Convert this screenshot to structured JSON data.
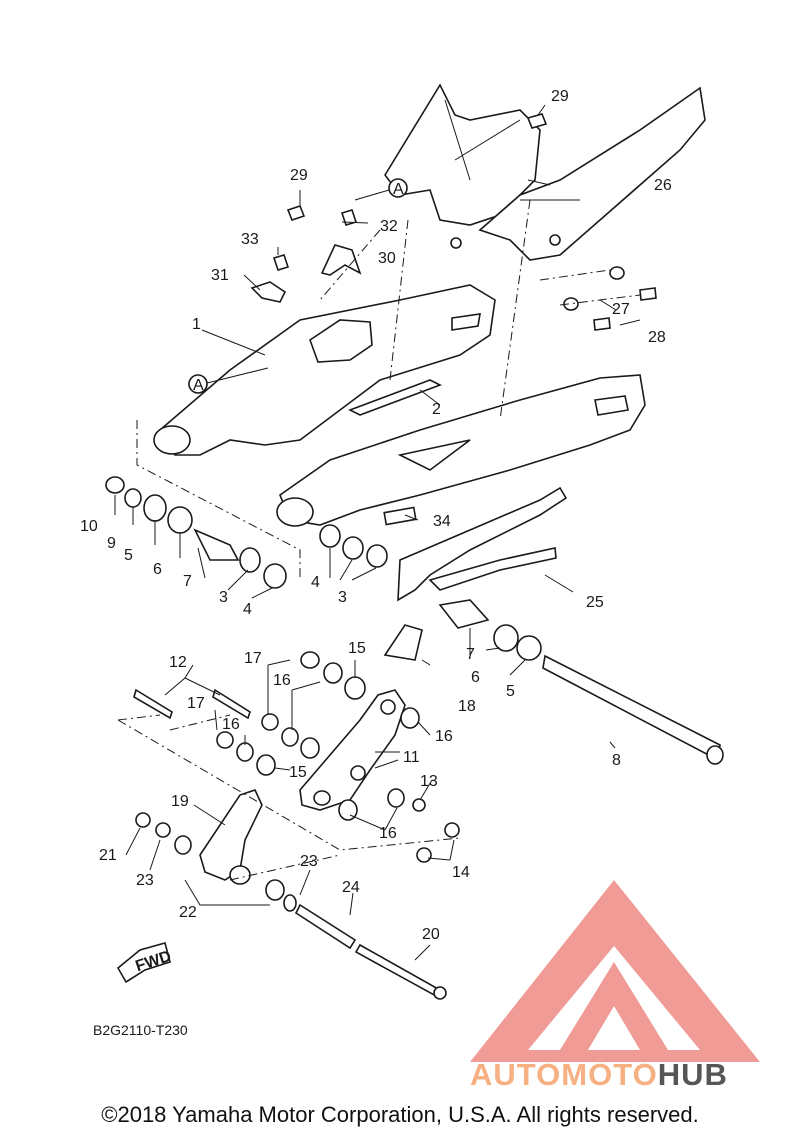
{
  "diagram": {
    "labels": [
      {
        "id": "l29a",
        "text": "29"
      },
      {
        "id": "l29b",
        "text": "29"
      },
      {
        "id": "l26",
        "text": "26"
      },
      {
        "id": "l32",
        "text": "32"
      },
      {
        "id": "l33",
        "text": "33"
      },
      {
        "id": "l30",
        "text": "30"
      },
      {
        "id": "l31",
        "text": "31"
      },
      {
        "id": "l27",
        "text": "27"
      },
      {
        "id": "l28",
        "text": "28"
      },
      {
        "id": "l1",
        "text": "1"
      },
      {
        "id": "l2",
        "text": "2"
      },
      {
        "id": "l34",
        "text": "34"
      },
      {
        "id": "l10",
        "text": "10"
      },
      {
        "id": "l9",
        "text": "9"
      },
      {
        "id": "l5a",
        "text": "5"
      },
      {
        "id": "l6a",
        "text": "6"
      },
      {
        "id": "l7a",
        "text": "7"
      },
      {
        "id": "l3a",
        "text": "3"
      },
      {
        "id": "l4a",
        "text": "4"
      },
      {
        "id": "l4b",
        "text": "4"
      },
      {
        "id": "l3b",
        "text": "3"
      },
      {
        "id": "l25",
        "text": "25"
      },
      {
        "id": "l7b",
        "text": "7"
      },
      {
        "id": "l6b",
        "text": "6"
      },
      {
        "id": "l5b",
        "text": "5"
      },
      {
        "id": "l8",
        "text": "8"
      },
      {
        "id": "l12",
        "text": "12"
      },
      {
        "id": "l17a",
        "text": "17"
      },
      {
        "id": "l15a",
        "text": "15"
      },
      {
        "id": "l16a",
        "text": "16"
      },
      {
        "id": "l18",
        "text": "18"
      },
      {
        "id": "l17b",
        "text": "17"
      },
      {
        "id": "l16b",
        "text": "16"
      },
      {
        "id": "l15b",
        "text": "15"
      },
      {
        "id": "l11",
        "text": "11"
      },
      {
        "id": "l16c",
        "text": "16"
      },
      {
        "id": "l13",
        "text": "13"
      },
      {
        "id": "l16d",
        "text": "16"
      },
      {
        "id": "l14",
        "text": "14"
      },
      {
        "id": "l19",
        "text": "19"
      },
      {
        "id": "l21",
        "text": "21"
      },
      {
        "id": "l23a",
        "text": "23"
      },
      {
        "id": "l22",
        "text": "22"
      },
      {
        "id": "l23b",
        "text": "23"
      },
      {
        "id": "l24",
        "text": "24"
      },
      {
        "id": "l20",
        "text": "20"
      }
    ],
    "ref_marker": "A",
    "fwd_text": "FWD",
    "drawing_code": "B2G2110-T230"
  },
  "watermark": {
    "brand_part1": "AUTO",
    "brand_part2": "MOTO",
    "brand_part3": "HUB",
    "colors": {
      "triangle": "#ef8a84",
      "brand_light": "#f6b081",
      "brand_dark": "#565656"
    }
  },
  "footer": {
    "copyright": "©2018 Yamaha Motor Corporation, U.S.A. All rights reserved."
  }
}
